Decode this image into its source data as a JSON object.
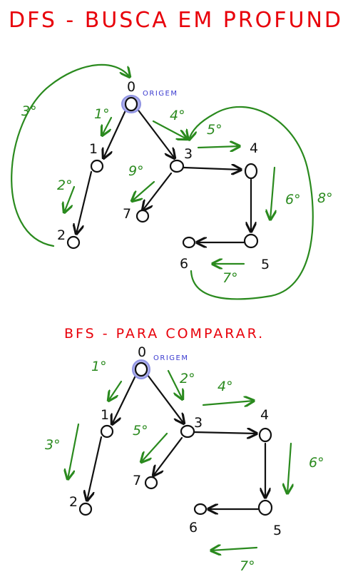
{
  "title": "DFS - BUSCA EM PROFUNDIDADE",
  "subtitle": "BFS - PARA COMPARAR.",
  "origin_label": "ORIGEM",
  "colors": {
    "title": "#e8000a",
    "traversal": "#2a8a1e",
    "origin": "#3b3bd0",
    "origin_fill": "#aeb0ee",
    "edges": "#111111"
  },
  "graph": {
    "nodes": [
      "0",
      "1",
      "2",
      "3",
      "4",
      "5",
      "6",
      "7"
    ],
    "edges": [
      [
        "0",
        "1"
      ],
      [
        "0",
        "3"
      ],
      [
        "1",
        "2"
      ],
      [
        "3",
        "7"
      ],
      [
        "3",
        "4"
      ],
      [
        "4",
        "5"
      ],
      [
        "5",
        "6"
      ]
    ],
    "origin": "0"
  },
  "dfs": {
    "steps": [
      {
        "label": "1°",
        "from": "0",
        "to": "1"
      },
      {
        "label": "2°",
        "from": "1",
        "to": "2"
      },
      {
        "label": "3°",
        "from": "2",
        "to": "0"
      },
      {
        "label": "4°",
        "from": "0",
        "to": "3"
      },
      {
        "label": "5°",
        "from": "3",
        "to": "4"
      },
      {
        "label": "6°",
        "from": "4",
        "to": "5"
      },
      {
        "label": "7°",
        "from": "5",
        "to": "6"
      },
      {
        "label": "8°",
        "from": "6",
        "to": "3"
      },
      {
        "label": "9°",
        "from": "3",
        "to": "7"
      }
    ]
  },
  "bfs": {
    "steps": [
      {
        "label": "1°",
        "from": "0",
        "to": "1"
      },
      {
        "label": "2°",
        "from": "0",
        "to": "3"
      },
      {
        "label": "3°",
        "from": "1",
        "to": "2"
      },
      {
        "label": "4°",
        "from": "3",
        "to": "4"
      },
      {
        "label": "5°",
        "from": "3",
        "to": "7"
      },
      {
        "label": "6°",
        "from": "4",
        "to": "5"
      },
      {
        "label": "7°",
        "from": "5",
        "to": "6"
      }
    ]
  }
}
